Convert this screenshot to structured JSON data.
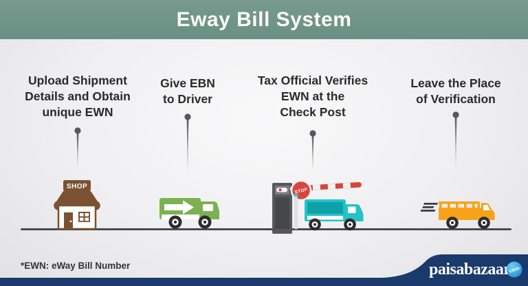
{
  "header": {
    "title": "Eway Bill System"
  },
  "steps": [
    {
      "label": "Upload Shipment\nDetails and Obtain\nunique EWN",
      "icon": "shop-icon"
    },
    {
      "label": "Give EBN\nto Driver",
      "icon": "delivery-truck-icon"
    },
    {
      "label": "Tax Official Verifies\nEWN at the\nCheck Post",
      "icon": "checkpost-icon"
    },
    {
      "label": "Leave the Place\nof Verification",
      "icon": "truck-leaving-icon"
    }
  ],
  "shop": {
    "sign_text": "SHOP"
  },
  "checkpost": {
    "stop_sign_text": "STOP"
  },
  "footnote": "*EWN: eWay Bill Number",
  "logo": {
    "brand": "paisabazaar",
    "tld": "com"
  },
  "colors": {
    "header_band": "#6f9488",
    "background": "#efeff1",
    "text": "#2a2a2a",
    "shop_brown": "#7a5231",
    "truck_green": "#7cb152",
    "truck_teal": "#25c2c8",
    "truck_orange": "#f7a219",
    "stop_red": "#d8453e",
    "booth_gray": "#56575a",
    "navy_bar": "#1b3a6c",
    "logo_ball_blue": "#2196d6",
    "pin_gray": "#57585a"
  }
}
